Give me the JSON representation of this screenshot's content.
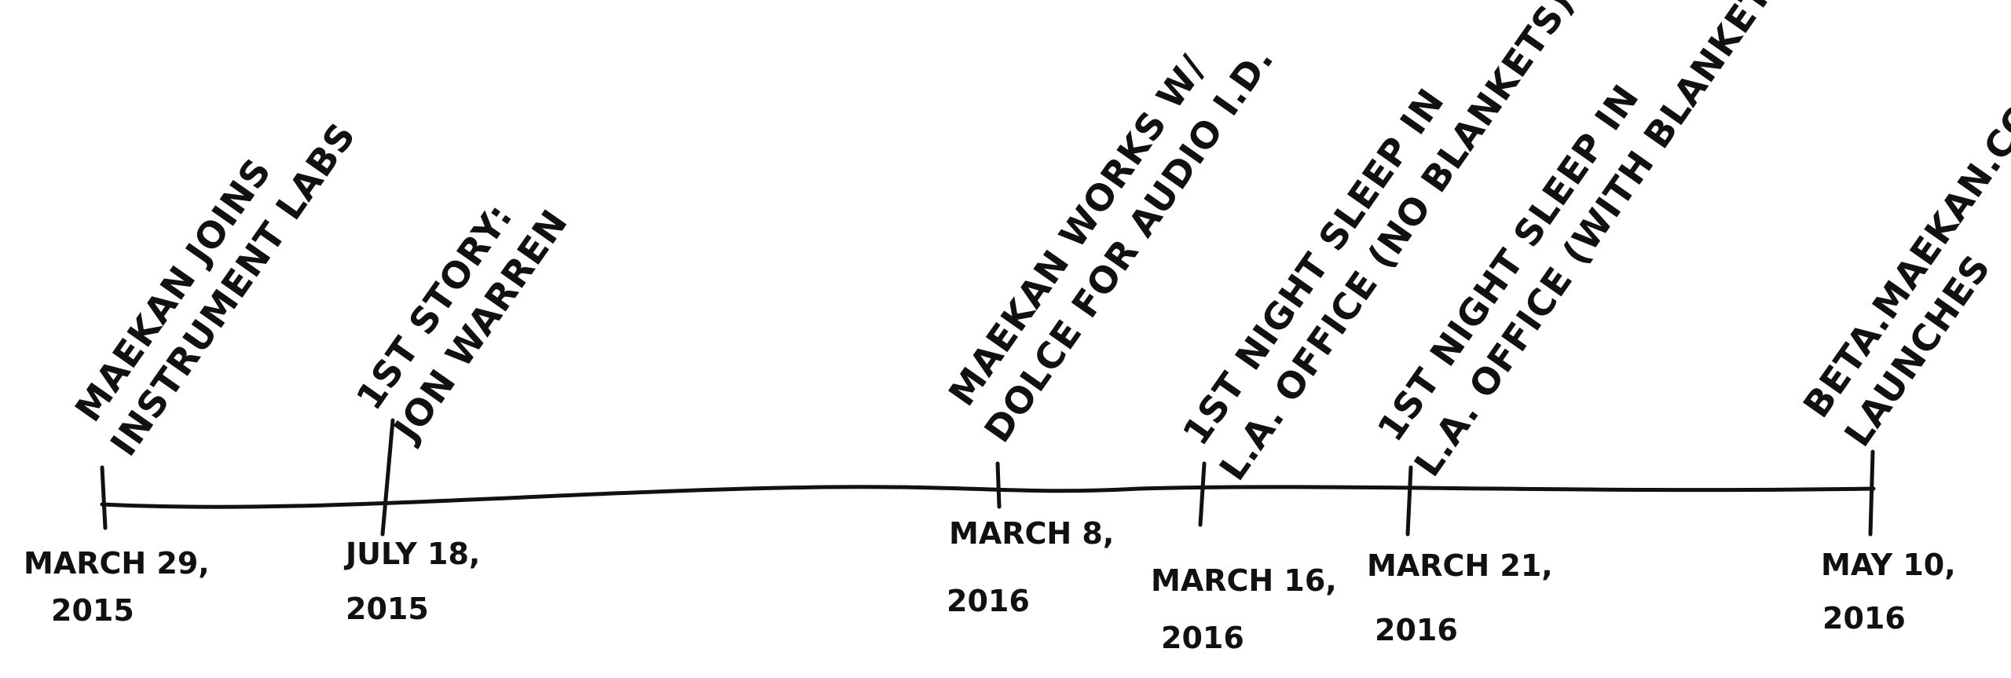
{
  "colors": {
    "ink": "#111111",
    "background": "#ffffff"
  },
  "events": [
    {
      "title_lines": [
        "MAEKAN JOINS",
        "INSTRUMENT LABS"
      ],
      "date_lines": [
        "MARCH 29,",
        "2015"
      ]
    },
    {
      "title_lines": [
        "1ST STORY:",
        "JON WARREN"
      ],
      "date_lines": [
        "JULY 18,",
        "2015"
      ]
    },
    {
      "title_lines": [
        "MAEKAN WORKS W/",
        "DOLCE FOR AUDIO I.D."
      ],
      "date_lines": [
        "MARCH 8,",
        "2016"
      ]
    },
    {
      "title_lines": [
        "1ST NIGHT SLEEP IN",
        "L.A. OFFICE (NO BLANKETS)"
      ],
      "date_lines": [
        "MARCH 16,",
        "2016"
      ]
    },
    {
      "title_lines": [
        "1ST NIGHT SLEEP IN",
        "L.A. OFFICE (WITH BLANKETS)"
      ],
      "date_lines": [
        "MARCH 21,",
        "2016"
      ]
    },
    {
      "title_lines": [
        "BETA.MAEKAN.COM",
        "LAUNCHES"
      ],
      "date_lines": [
        "MAY 10,",
        "2016"
      ]
    }
  ]
}
